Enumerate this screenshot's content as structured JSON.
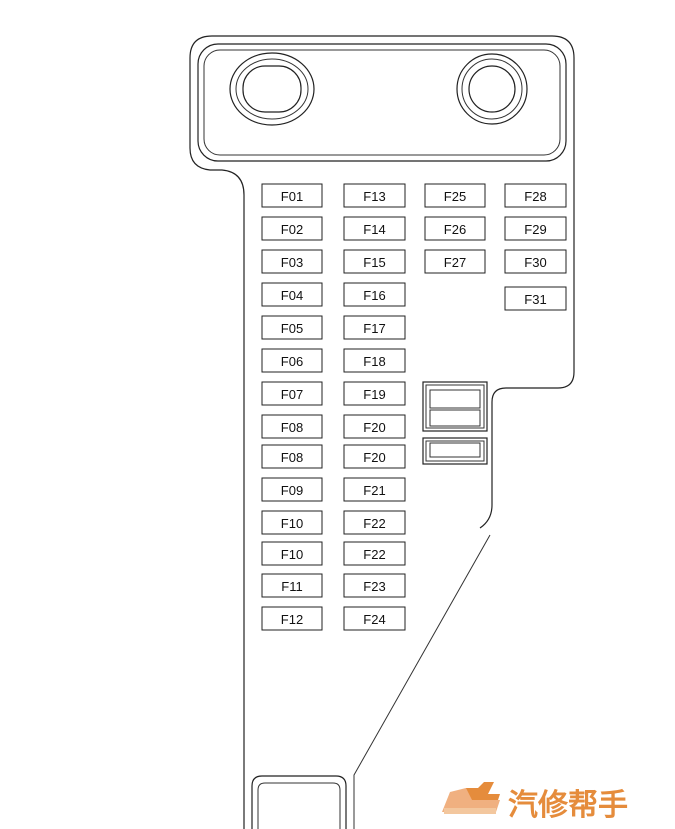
{
  "fuses": [
    {
      "label": "F01",
      "col": 0,
      "row": 0
    },
    {
      "label": "F02",
      "col": 0,
      "row": 1
    },
    {
      "label": "F03",
      "col": 0,
      "row": 2
    },
    {
      "label": "F04",
      "col": 0,
      "row": 3
    },
    {
      "label": "F05",
      "col": 0,
      "row": 4
    },
    {
      "label": "F06",
      "col": 0,
      "row": 5
    },
    {
      "label": "F07",
      "col": 0,
      "row": 6
    },
    {
      "label": "F08",
      "col": 0,
      "row": 7
    },
    {
      "label": "F08",
      "col": 0,
      "row": 8
    },
    {
      "label": "F09",
      "col": 0,
      "row": 9
    },
    {
      "label": "F10",
      "col": 0,
      "row": 10
    },
    {
      "label": "F10",
      "col": 0,
      "row": 11
    },
    {
      "label": "F11",
      "col": 0,
      "row": 12
    },
    {
      "label": "F12",
      "col": 0,
      "row": 13
    },
    {
      "label": "F13",
      "col": 1,
      "row": 0
    },
    {
      "label": "F14",
      "col": 1,
      "row": 1
    },
    {
      "label": "F15",
      "col": 1,
      "row": 2
    },
    {
      "label": "F16",
      "col": 1,
      "row": 3
    },
    {
      "label": "F17",
      "col": 1,
      "row": 4
    },
    {
      "label": "F18",
      "col": 1,
      "row": 5
    },
    {
      "label": "F19",
      "col": 1,
      "row": 6
    },
    {
      "label": "F20",
      "col": 1,
      "row": 7
    },
    {
      "label": "F20",
      "col": 1,
      "row": 8
    },
    {
      "label": "F21",
      "col": 1,
      "row": 9
    },
    {
      "label": "F22",
      "col": 1,
      "row": 10
    },
    {
      "label": "F22",
      "col": 1,
      "row": 11
    },
    {
      "label": "F23",
      "col": 1,
      "row": 12
    },
    {
      "label": "F24",
      "col": 1,
      "row": 13
    },
    {
      "label": "F25",
      "col": 2,
      "row": 0
    },
    {
      "label": "F26",
      "col": 2,
      "row": 1
    },
    {
      "label": "F27",
      "col": 2,
      "row": 2
    },
    {
      "label": "F28",
      "col": 3,
      "row": 0
    },
    {
      "label": "F29",
      "col": 3,
      "row": 1
    },
    {
      "label": "F30",
      "col": 3,
      "row": 2
    },
    {
      "label": "F31",
      "col": 3,
      "row": 3
    }
  ],
  "watermark": {
    "text": "汽修帮手",
    "color": "#e58c3c"
  }
}
